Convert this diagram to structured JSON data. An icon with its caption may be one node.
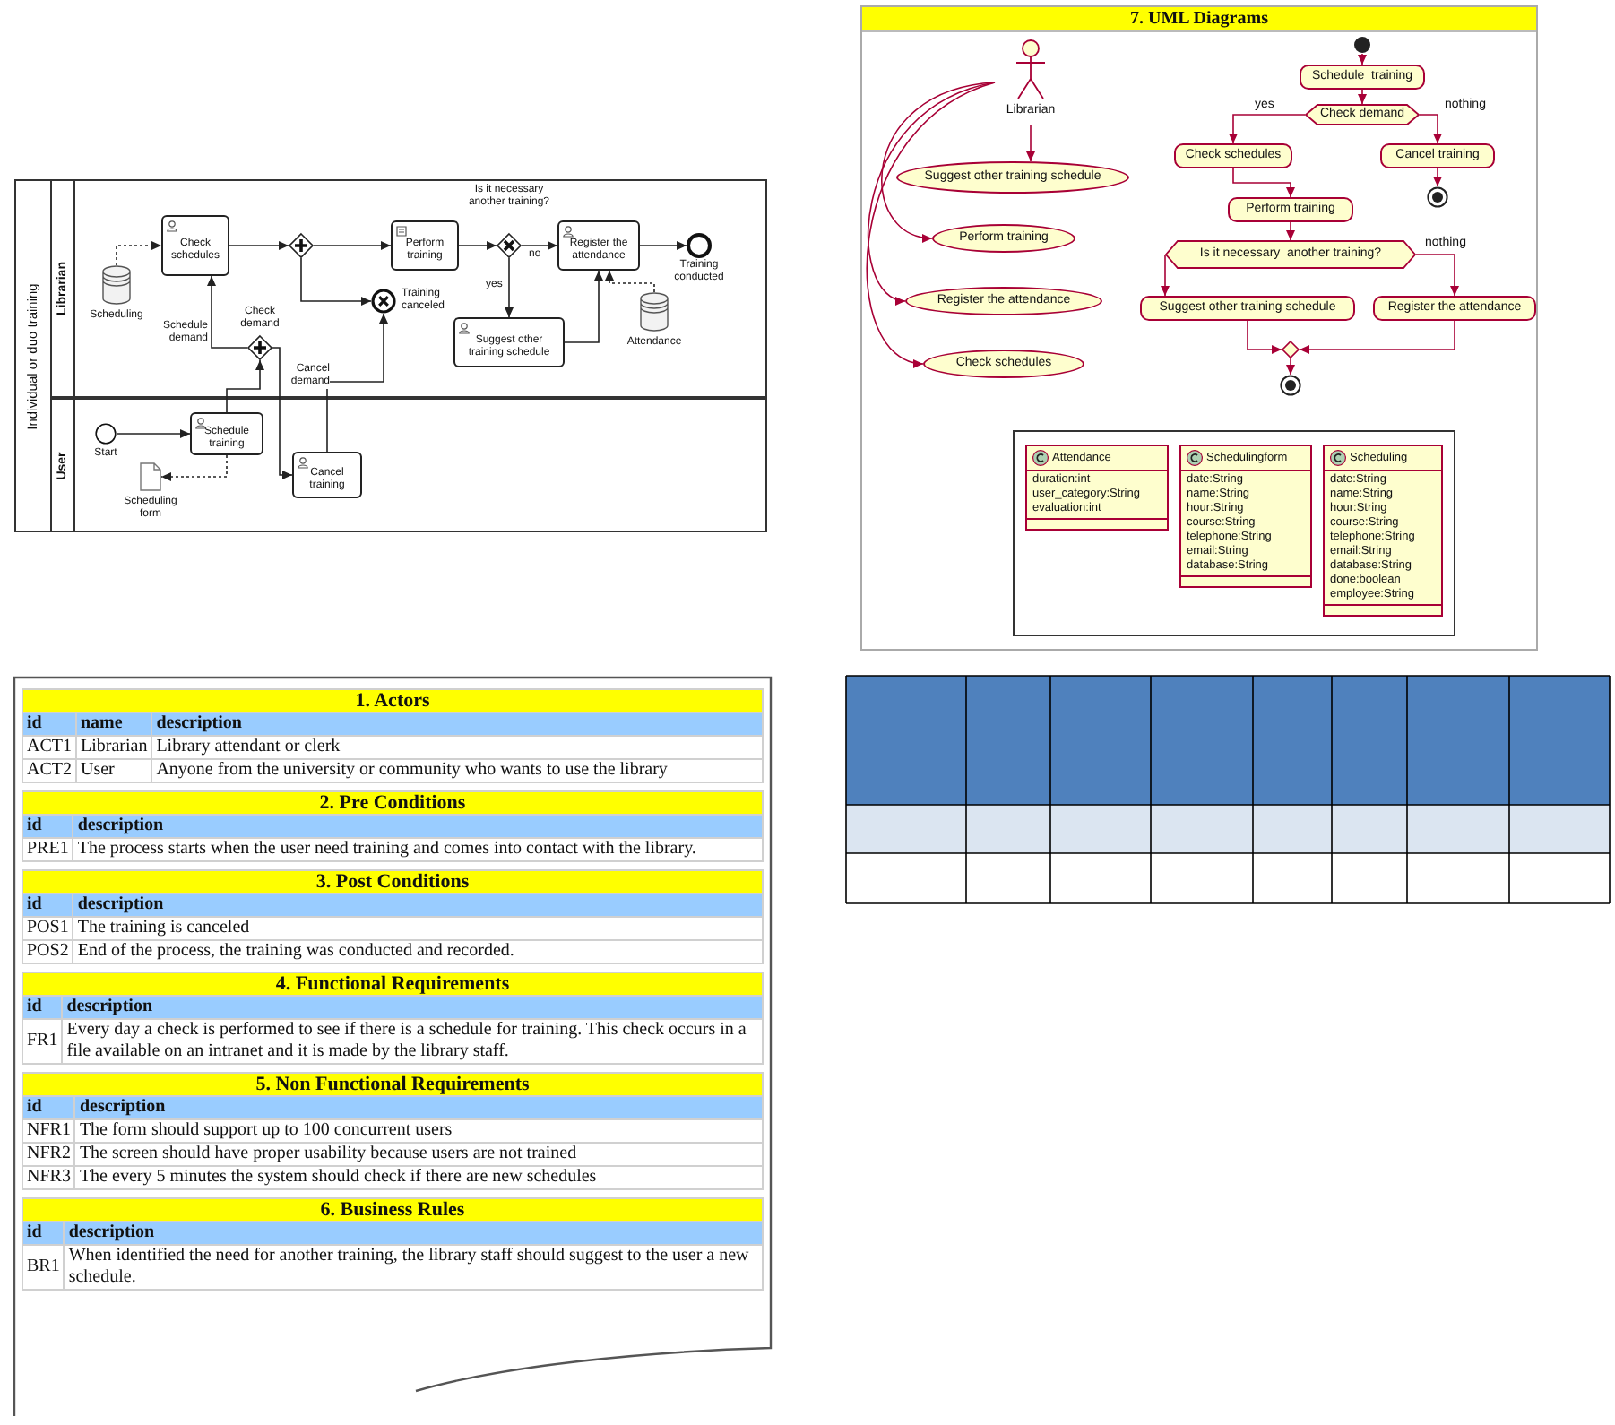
{
  "diagram": {
    "nodes": [
      {
        "text": [
          "Individual or duo training"
        ]
      },
      {
        "text": [
          "Librarian"
        ],
        "in": 0
      },
      {
        "text": [
          "Scheduling"
        ],
        "in": 1
      },
      {
        "text": [
          "Check schedules"
        ],
        "in": 1
      },
      {
        "text": [],
        "shape": "diamond",
        "in": 1
      },
      {
        "text": [
          "Perform training"
        ],
        "in": 1
      },
      {
        "text": [
          "Is it necessary another training?"
        ],
        "in": 1
      },
      {
        "text": [
          "Register the attendance"
        ],
        "in": 1
      },
      {
        "text": [
          "Training conducted"
        ],
        "in": 1
      },
      {
        "text": [
          "Training canceled"
        ],
        "in": 1
      },
      {
        "text": [
          "Check demand"
        ],
        "in": 1
      },
      {
        "text": [
          "Suggest other training schedule"
        ],
        "in": 1
      },
      {
        "text": [
          "Attendance"
        ],
        "in": 1
      },
      {
        "text": [
          "User"
        ],
        "in": 0
      },
      {
        "text": [
          "Start"
        ],
        "in": 13
      },
      {
        "text": [
          "Schedule training"
        ],
        "in": 13
      },
      {
        "text": [
          "Scheduling form"
        ],
        "in": 13
      },
      {
        "text": [
          "Cancel training"
        ],
        "in": 13
      },
      {
        "text": [
          "7. UML Diagrams"
        ]
      },
      {
        "text": [
          "Librarian"
        ],
        "in": 18
      },
      {
        "text": [
          "Suggest other training schedule"
        ],
        "in": 18
      },
      {
        "text": [
          "Perform training"
        ],
        "in": 18
      },
      {
        "text": [
          "Register the attendance"
        ],
        "in": 18
      },
      {
        "text": [
          "Check schedules"
        ],
        "in": 18
      },
      {
        "text": [],
        "shape": "box",
        "in": 18
      },
      {
        "text": [
          "Attendance",
          "duration:int",
          "user_category:String",
          "evaluation:int"
        ],
        "in": 24
      },
      {
        "text": [
          "Schedulingform",
          "date:String",
          "name:String",
          "hour:String",
          "course:String",
          "telephone:String",
          "email:String",
          "database:String"
        ],
        "in": 24
      },
      {
        "text": [
          "Scheduling",
          "date:String",
          "name:String",
          "hour:String",
          "course:String",
          "telephone:String",
          "email:String",
          "database:String",
          "done:boolean",
          "employee:String"
        ],
        "in": 24
      },
      {
        "text": [],
        "shape": "circle",
        "in": 18
      },
      {
        "text": [
          "Schedule  training"
        ],
        "in": 18
      },
      {
        "text": [
          "Check demand"
        ],
        "in": 18
      },
      {
        "text": [
          "Check schedules"
        ],
        "in": 18
      },
      {
        "text": [
          "Cancel training"
        ],
        "in": 18
      },
      {
        "text": [],
        "shape": "circle",
        "in": 18
      },
      {
        "text": [
          "Perform training"
        ],
        "in": 18
      },
      {
        "text": [
          "Is it necessary  another training?"
        ],
        "in": 18
      },
      {
        "text": [
          "Suggest other training schedule"
        ],
        "in": 18
      },
      {
        "text": [
          "Register the attendance"
        ],
        "in": 18
      },
      {
        "text": [],
        "shape": "diamond",
        "in": 18
      },
      {
        "text": [],
        "shape": "circle",
        "in": 18
      }
    ],
    "edges": [
      {
        "from": 2,
        "to": 3,
        "arrow": "to",
        "style": "dashed"
      },
      {
        "from": 3,
        "to": 4,
        "arrow": "to"
      },
      {
        "from": 4,
        "to": 5,
        "arrow": "to"
      },
      {
        "from": 4,
        "to": 9,
        "arrow": "to"
      },
      {
        "from": 5,
        "to": 6,
        "arrow": "to"
      },
      {
        "from": 6,
        "to": 7,
        "arrow": "to",
        "label": "no"
      },
      {
        "from": 6,
        "to": 11,
        "arrow": "to",
        "label": "yes"
      },
      {
        "from": 11,
        "to": 7,
        "arrow": "to"
      },
      {
        "from": 12,
        "to": 7,
        "arrow": "to",
        "style": "dashed"
      },
      {
        "from": 7,
        "to": 8,
        "arrow": "to"
      },
      {
        "from": 14,
        "to": 15,
        "arrow": "to"
      },
      {
        "from": 15,
        "to": 16,
        "arrow": "to",
        "style": "dashed"
      },
      {
        "from": 15,
        "to": 10,
        "arrow": "to"
      },
      {
        "from": 10,
        "to": 3,
        "arrow": "to",
        "label": "Schedule demand"
      },
      {
        "from": 10,
        "to": 17,
        "arrow": "to",
        "label": "Cancel demand"
      },
      {
        "from": 17,
        "to": 9,
        "arrow": "to"
      },
      {
        "from": 19,
        "to": 20,
        "arrow": "to",
        "color": "#a80036"
      },
      {
        "from": 19,
        "to": 21,
        "arrow": "to",
        "color": "#a80036"
      },
      {
        "from": 19,
        "to": 22,
        "arrow": "to",
        "color": "#a80036"
      },
      {
        "from": 19,
        "to": 23,
        "arrow": "to",
        "color": "#a80036"
      },
      {
        "from": 28,
        "to": 29,
        "arrow": "to",
        "color": "#a80036"
      },
      {
        "from": 29,
        "to": 30,
        "arrow": "to",
        "color": "#a80036"
      },
      {
        "from": 30,
        "to": 31,
        "arrow": "to",
        "color": "#a80036",
        "label": "yes"
      },
      {
        "from": 30,
        "to": 32,
        "arrow": "to",
        "color": "#a80036",
        "label": "nothing"
      },
      {
        "from": 32,
        "to": 33,
        "arrow": "to",
        "color": "#a80036"
      },
      {
        "from": 31,
        "to": 34,
        "arrow": "to",
        "color": "#a80036"
      },
      {
        "from": 34,
        "to": 35,
        "arrow": "to",
        "color": "#a80036"
      },
      {
        "from": 35,
        "to": 36,
        "arrow": "to",
        "color": "#a80036"
      },
      {
        "from": 35,
        "to": 37,
        "arrow": "to",
        "color": "#a80036",
        "label": "nothing"
      },
      {
        "from": 36,
        "to": 38,
        "arrow": "to",
        "color": "#a80036"
      },
      {
        "from": 37,
        "to": 38,
        "arrow": "to",
        "color": "#a80036"
      },
      {
        "from": 38,
        "to": 39,
        "arrow": "to",
        "color": "#a80036"
      }
    ],
    "labels": [
      "1. Actors",
      "id",
      "name",
      "description",
      "ACT1",
      "Librarian",
      "Library attendant or clerk",
      "ACT2",
      "User",
      "Anyone from the university or community who wants to use the library",
      "2. Pre Conditions",
      "id",
      "description",
      "PRE1",
      "The process starts when the user need training and comes into contact with the library.",
      "3. Post Conditions",
      "id",
      "description",
      "POS1",
      "The training is canceled",
      "POS2",
      "End of the process, the training was conducted and recorded.",
      "4. Functional Requirements",
      "id",
      "description",
      "FR1",
      "Every day a check is performed to see if there is a schedule for training. This check occurs in a file available on an intranet and it is made by the library staff.",
      "5. Non Functional Requirements",
      "id",
      "description",
      "NFR1",
      "The form should support up to 100 concurrent users",
      "NFR2",
      "The screen should have proper usability because users are not trained",
      "NFR3",
      "The every 5 minutes the system should check if there are new schedules",
      "6. Business Rules",
      "id",
      "description",
      "BR1",
      "When identified the need for another training, the library staff should suggest to the user a new schedule."
    ]
  }
}
